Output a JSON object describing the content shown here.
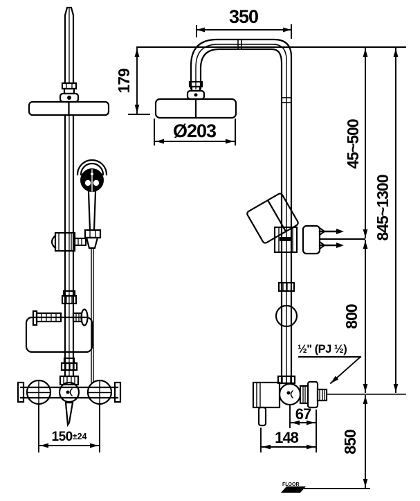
{
  "drawing": {
    "title": "shower-column-technical-drawing",
    "colors": {
      "line": "#000000",
      "background": "#ffffff"
    },
    "dims": {
      "top_width": "350",
      "head_drop": "179",
      "head_diameter": "Ø203",
      "upper_adjust": "45~500",
      "overall_adjust": "845~1300",
      "riser_height": "800",
      "mixer_height": "850",
      "mixer_centers": "150",
      "mixer_centers_tol": "±24",
      "wall_offset": "67",
      "mixer_depth": "148",
      "connection": "½\" (PJ ½)",
      "floor": "FLOOR"
    }
  }
}
